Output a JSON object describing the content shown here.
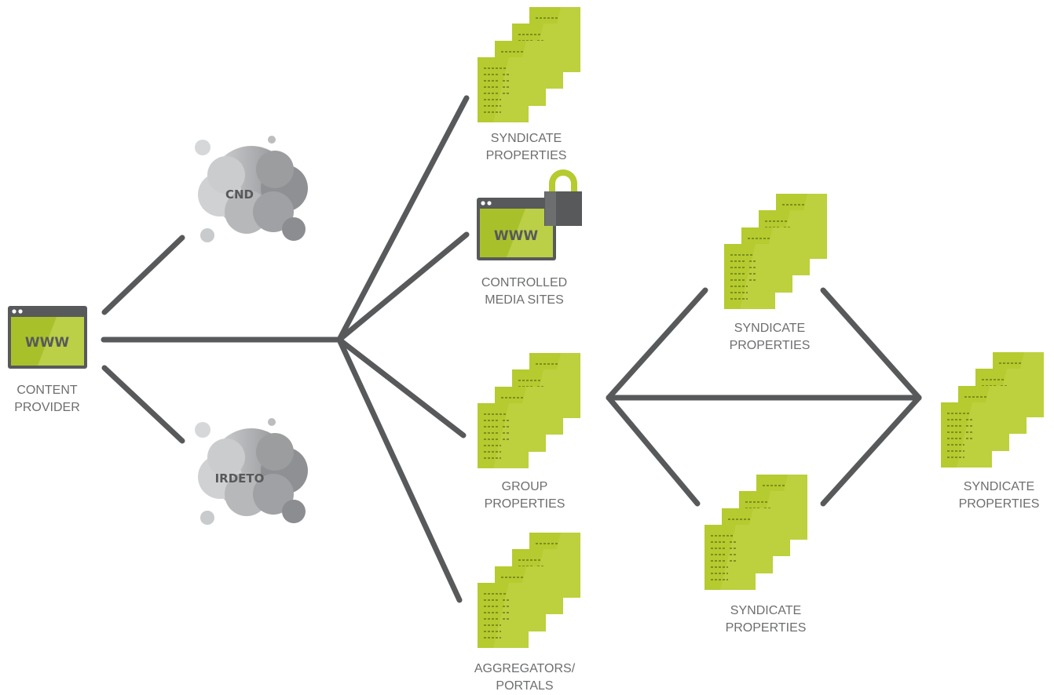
{
  "colors": {
    "connector": "#58595b",
    "document_fill": "#b5cb2f",
    "document_fill_light": "#c6d84f",
    "document_text_lines": "#6c7a18",
    "browser_frame": "#58595b",
    "browser_screen": "#a8c12a",
    "cloud": "#a7a9ac",
    "caption": "#6d6e70",
    "lock": "#58595b"
  },
  "nodes": {
    "content_provider": {
      "icon": "www-browser-icon",
      "www": "WWW",
      "caption": [
        "CONTENT",
        "PROVIDER"
      ]
    },
    "cnd_cloud": {
      "icon": "cloud-icon",
      "label": "CND"
    },
    "irdeto_cloud": {
      "icon": "cloud-icon",
      "label": "IRDETO"
    },
    "syndicate_top": {
      "icon": "document-stack-icon",
      "caption": [
        "SYNDICATE",
        "PROPERTIES"
      ]
    },
    "controlled_media": {
      "icon": "locked-browser-icon",
      "www": "WWW",
      "caption": [
        "CONTROLLED",
        "MEDIA SITES"
      ]
    },
    "group_properties": {
      "icon": "document-stack-icon",
      "caption": [
        "GROUP",
        "PROPERTIES"
      ]
    },
    "aggregators": {
      "icon": "document-stack-icon",
      "caption": [
        "AGGREGATORS/",
        "PORTALS"
      ]
    },
    "syndicate_mid_top": {
      "icon": "document-stack-icon",
      "caption": [
        "SYNDICATE",
        "PROPERTIES"
      ]
    },
    "syndicate_mid_bottom": {
      "icon": "document-stack-icon",
      "caption": [
        "SYNDICATE",
        "PROPERTIES"
      ]
    },
    "syndicate_right": {
      "icon": "document-stack-icon",
      "caption": [
        "SYNDICATE",
        "PROPERTIES"
      ]
    }
  }
}
